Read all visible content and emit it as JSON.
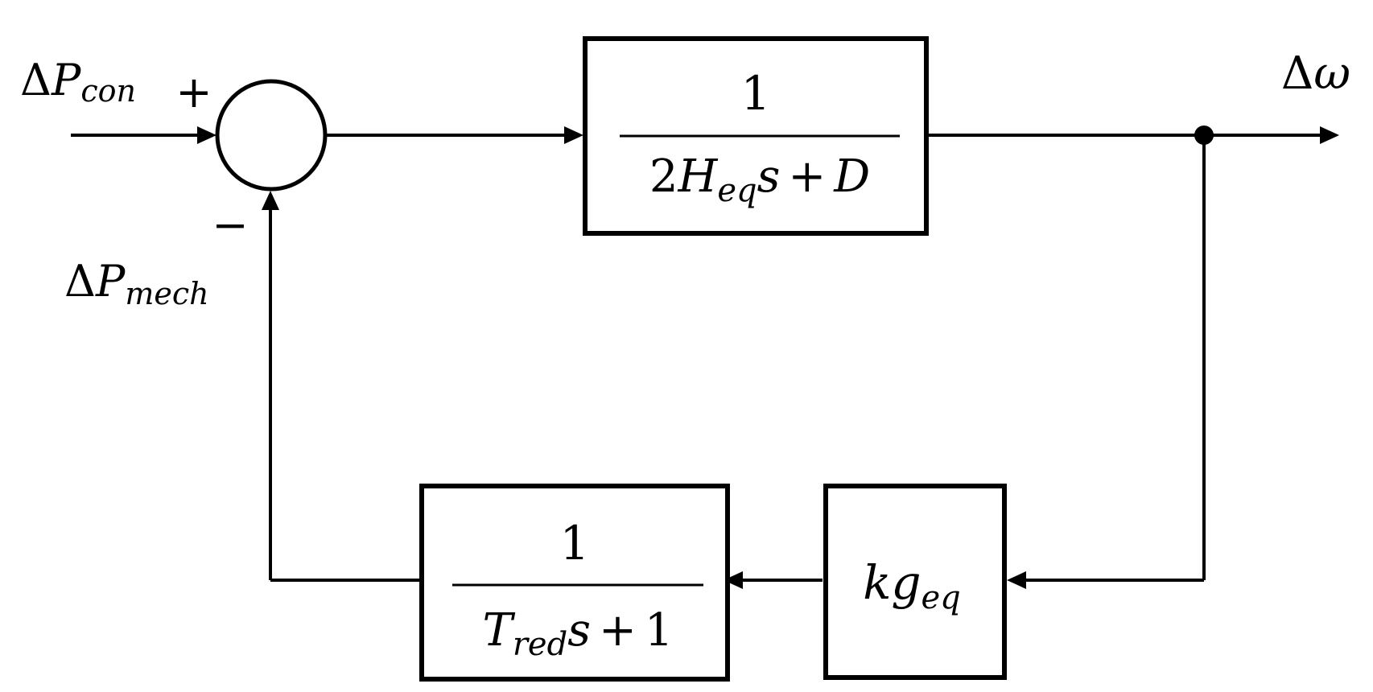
{
  "diagram": {
    "summing_junction": {
      "plus_sign": "+",
      "minus_sign": "−"
    },
    "signals": {
      "input": {
        "delta": "Δ",
        "symbol": "P",
        "subscript": "con"
      },
      "feedback": {
        "delta": "Δ",
        "symbol": "P",
        "subscript": "mech"
      },
      "output": {
        "delta": "Δ",
        "symbol": "ω"
      }
    },
    "forward_block": {
      "numerator": "1",
      "den_coef": "2",
      "den_symbol": "H",
      "den_subscript": "eq",
      "den_var": "s",
      "den_op": "+",
      "den_const": "D"
    },
    "gain_block": {
      "symbol": "kg",
      "subscript": "eq"
    },
    "lag_block": {
      "numerator": "1",
      "den_symbol": "T",
      "den_subscript": "red",
      "den_var": "s",
      "den_op": "+",
      "den_const": "1"
    }
  }
}
